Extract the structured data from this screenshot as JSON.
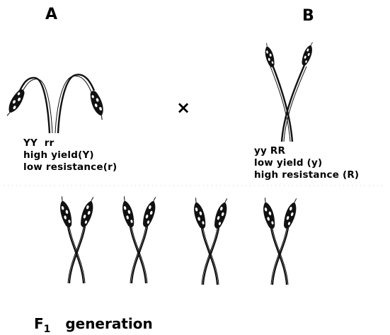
{
  "parent_a": {
    "label": "A",
    "genotype": "YY  rr",
    "trait_1": "high yield(Y)",
    "trait_2": "low resistance(r)"
  },
  "parent_b": {
    "label": "B",
    "genotype": "yy RR",
    "trait_1": "low yield (y)",
    "trait_2": "high resistance (R)"
  },
  "cross_symbol": "×",
  "offspring": {
    "generation_letter": "F",
    "generation_sub": "1",
    "generation_word": "generation"
  }
}
